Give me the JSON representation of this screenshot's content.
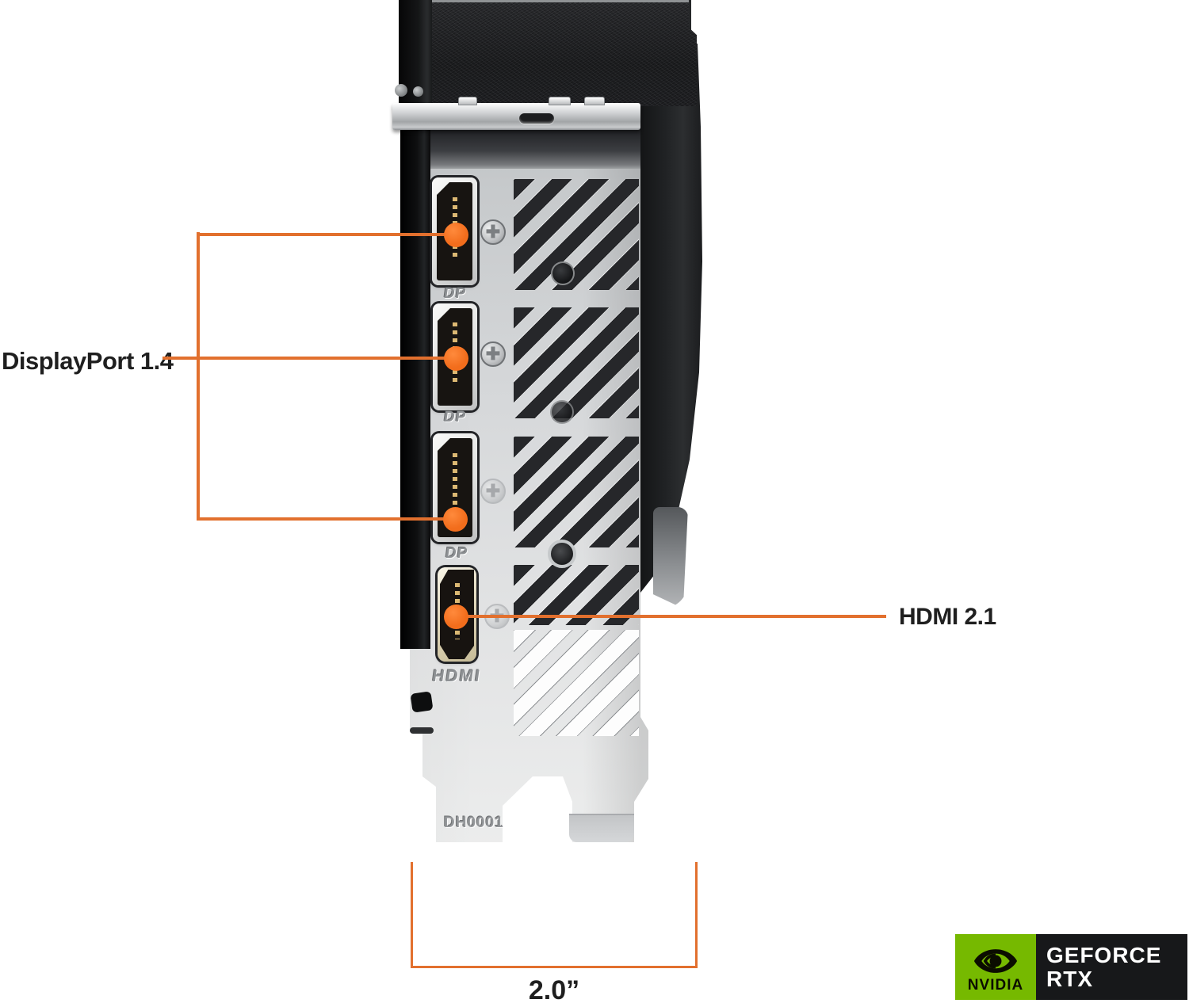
{
  "callouts": {
    "displayport_label": "DisplayPort 1.4",
    "hdmi_label": "HDMI 2.1",
    "width_label": "2.0”"
  },
  "bracket_stamps": {
    "dp": "DP",
    "hdmi": "HDMI",
    "serial": "DH0001"
  },
  "badge": {
    "brand": "NVIDIA",
    "line1": "GEFORCE",
    "line2": "RTX"
  },
  "icons": {
    "screw_cross": "✚"
  },
  "colors": {
    "accent_line": "#E2702E",
    "accent_dot": "#F26D1C",
    "nvidia_green": "#76B900",
    "badge_black": "#17181A",
    "label_text": "#1F1F1F"
  }
}
